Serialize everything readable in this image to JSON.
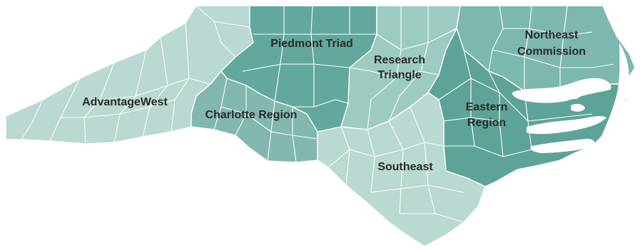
{
  "map": {
    "colors": {
      "background": "#ffffff",
      "county_border": "#ffffff",
      "label_text": "#2b2b2b",
      "water": "#ffffff"
    },
    "regions": [
      {
        "id": "advantagewest",
        "name": "AdvantageWest",
        "color": "#b9d9d2"
      },
      {
        "id": "piedmont-triad",
        "name": "Piedmont Triad",
        "color": "#62a89c"
      },
      {
        "id": "research-triangle",
        "name": "Research Triangle",
        "lines": [
          "Research",
          "Triangle"
        ],
        "color": "#9ccbc2"
      },
      {
        "id": "northeast-commission",
        "name": "Northeast Commission",
        "lines": [
          "Northeast",
          "Commission"
        ],
        "color": "#7cb8ad"
      },
      {
        "id": "charlotte-region",
        "name": "Charlotte Region",
        "color": "#82b8ae"
      },
      {
        "id": "eastern-region",
        "name": "Eastern Region",
        "lines": [
          "Eastern",
          "Region"
        ],
        "color": "#5ea397"
      },
      {
        "id": "southeast",
        "name": "Southeast",
        "color": "#b9d9d2"
      }
    ]
  }
}
